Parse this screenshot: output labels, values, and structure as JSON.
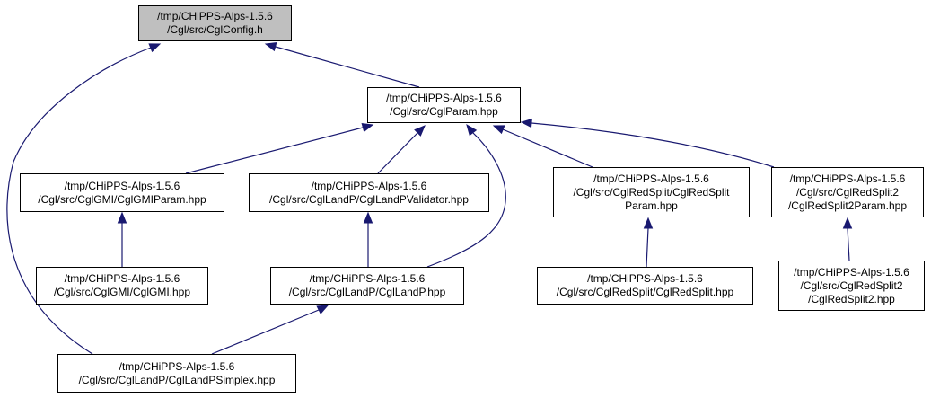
{
  "diagram": {
    "type": "include-dependency-graph",
    "colors": {
      "edge": "#191970",
      "root_fill": "#bfbfbf",
      "node_fill": "#ffffff",
      "node_border": "#000000"
    },
    "nodes": {
      "root": {
        "lines": [
          "/tmp/CHiPPS-Alps-1.5.6",
          "/Cgl/src/CglConfig.h"
        ]
      },
      "param": {
        "lines": [
          "/tmp/CHiPPS-Alps-1.5.6",
          "/Cgl/src/CglParam.hpp"
        ]
      },
      "gmiparam": {
        "lines": [
          "/tmp/CHiPPS-Alps-1.5.6",
          "/Cgl/src/CglGMI/CglGMIParam.hpp"
        ]
      },
      "validator": {
        "lines": [
          "/tmp/CHiPPS-Alps-1.5.6",
          "/Cgl/src/CglLandP/CglLandPValidator.hpp"
        ]
      },
      "redsplitpar": {
        "lines": [
          "/tmp/CHiPPS-Alps-1.5.6",
          "/Cgl/src/CglRedSplit/CglRedSplit",
          "Param.hpp"
        ]
      },
      "red2param": {
        "lines": [
          "/tmp/CHiPPS-Alps-1.5.6",
          "/Cgl/src/CglRedSplit2",
          "/CglRedSplit2Param.hpp"
        ]
      },
      "gmi": {
        "lines": [
          "/tmp/CHiPPS-Alps-1.5.6",
          "/Cgl/src/CglGMI/CglGMI.hpp"
        ]
      },
      "landp": {
        "lines": [
          "/tmp/CHiPPS-Alps-1.5.6",
          "/Cgl/src/CglLandP/CglLandP.hpp"
        ]
      },
      "redsplit": {
        "lines": [
          "/tmp/CHiPPS-Alps-1.5.6",
          "/Cgl/src/CglRedSplit/CglRedSplit.hpp"
        ]
      },
      "red2": {
        "lines": [
          "/tmp/CHiPPS-Alps-1.5.6",
          "/Cgl/src/CglRedSplit2",
          "/CglRedSplit2.hpp"
        ]
      },
      "simplex": {
        "lines": [
          "/tmp/CHiPPS-Alps-1.5.6",
          "/Cgl/src/CglLandP/CglLandPSimplex.hpp"
        ]
      }
    },
    "edges": [
      {
        "from": "param",
        "to": "root"
      },
      {
        "from": "simplex",
        "to": "root"
      },
      {
        "from": "gmiparam",
        "to": "param"
      },
      {
        "from": "validator",
        "to": "param"
      },
      {
        "from": "landp",
        "to": "param"
      },
      {
        "from": "redsplitpar",
        "to": "param"
      },
      {
        "from": "red2param",
        "to": "param"
      },
      {
        "from": "gmi",
        "to": "gmiparam"
      },
      {
        "from": "landp",
        "to": "validator"
      },
      {
        "from": "redsplit",
        "to": "redsplitpar"
      },
      {
        "from": "red2",
        "to": "red2param"
      },
      {
        "from": "simplex",
        "to": "landp"
      }
    ]
  }
}
